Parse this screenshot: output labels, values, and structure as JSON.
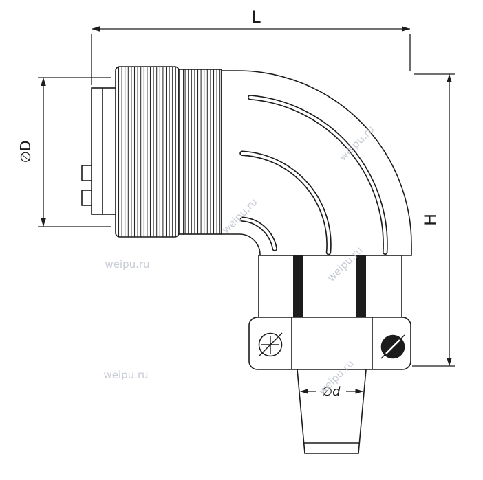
{
  "diagram": {
    "type": "technical-drawing",
    "dimensions": {
      "length": "L",
      "height": "H",
      "diameter_outer": "∅D",
      "diameter_cable": "∅d"
    },
    "watermark": "weipu.ru",
    "colors": {
      "line": "#1c1c1c",
      "watermark": "#bdc3cd",
      "background": "#ffffff"
    }
  }
}
